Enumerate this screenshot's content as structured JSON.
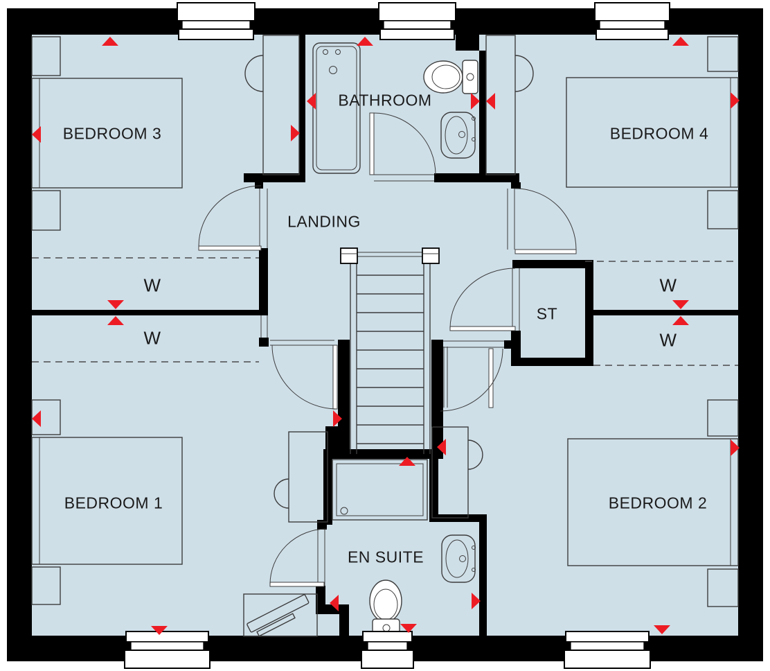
{
  "rooms": {
    "bedroom3": {
      "label": "BEDROOM 3"
    },
    "bathroom": {
      "label": "BATHROOM"
    },
    "bedroom4": {
      "label": "BEDROOM 4"
    },
    "landing": {
      "label": "LANDING"
    },
    "store": {
      "label": "ST"
    },
    "wardrobe": {
      "label": "W"
    },
    "bedroom1": {
      "label": "BEDROOM 1"
    },
    "ensuite": {
      "label": "EN SUITE"
    },
    "bedroom2": {
      "label": "BEDROOM 2"
    }
  },
  "colors": {
    "floor": "#cfdfe8",
    "wall": "#000000",
    "accent": "#ed1c24",
    "line": "#3d3d3d",
    "text": "#1a1a1a",
    "window": "#ffffff"
  }
}
